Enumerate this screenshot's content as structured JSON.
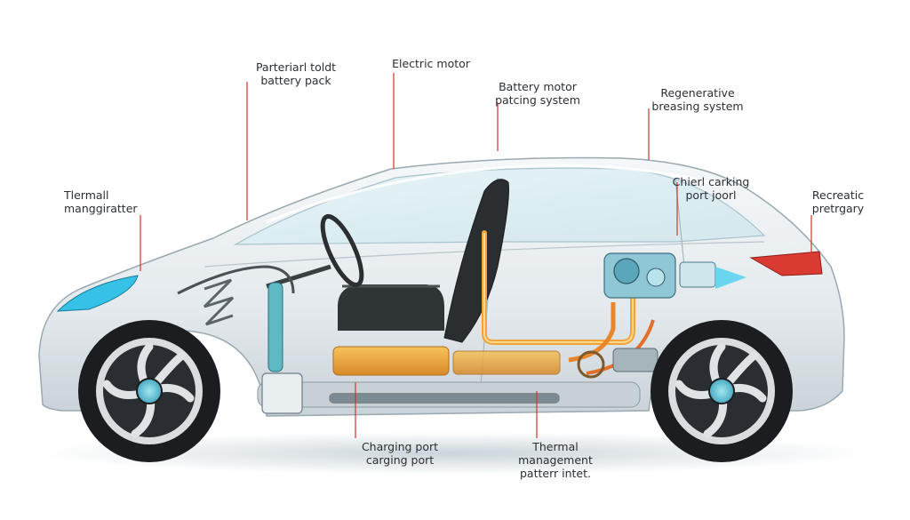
{
  "labels": {
    "battery_pack": [
      "Parteriarl toldt",
      "battery pack"
    ],
    "electric_motor": [
      "Electric motor"
    ],
    "battery_motor": [
      "Battery motor",
      "patcing system"
    ],
    "regenerative": [
      "Regenerative",
      "breasing system"
    ],
    "thermal_left": [
      "Tlermall",
      "manggiratter"
    ],
    "charging_port_top": [
      "Chierl carking",
      "port joorl"
    ],
    "recreatic": [
      "Recreatic",
      "pretrgary"
    ],
    "charging_port_bottom": [
      "Charging port",
      "carging port"
    ],
    "thermal_bottom": [
      "Thermal",
      "management",
      "patterr intet."
    ]
  },
  "colors": {
    "leader_line": "#d0362c",
    "body_shell": "#e9eef1",
    "glass": "#d7ecf1",
    "copper_pipe": "#f2a33a",
    "battery": "#e9a63a",
    "tire": "#1b1d20",
    "rim": "#d9dde0",
    "headlight": "#35c2e6",
    "taillight": "#d93a31"
  }
}
